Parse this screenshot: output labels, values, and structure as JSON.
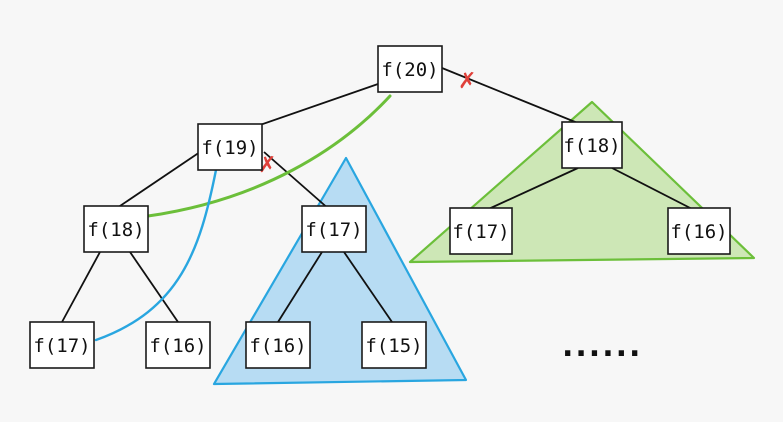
{
  "colors": {
    "background": "#f7f7f7",
    "blue": "#29a6e0",
    "blue_fill": "#b7dcf3",
    "green": "#6cbf3a",
    "green_fill": "#cde7b6",
    "cut_mark": "#e0403a",
    "edge": "#111111"
  },
  "nodes": {
    "n20": "f(20)",
    "n19": "f(19)",
    "n18_left": "f(18)",
    "n17_left": "f(17)",
    "n16_left": "f(16)",
    "n17_mid": "f(17)",
    "n16_mid": "f(16)",
    "n15_mid": "f(15)",
    "n18_right": "f(18)",
    "n17_right": "f(17)",
    "n16_right": "f(16)"
  },
  "marks": {
    "cut": "✗",
    "ellipsis": "......"
  }
}
